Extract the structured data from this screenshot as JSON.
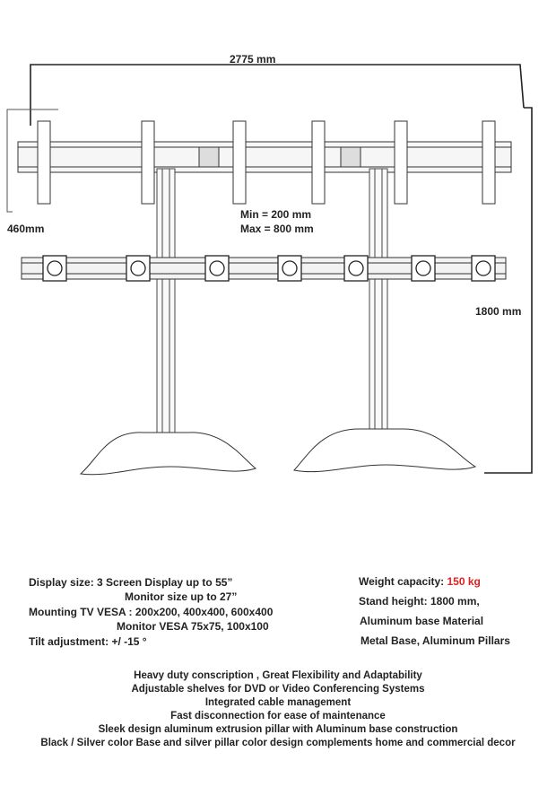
{
  "dimensions": {
    "width": "2775 mm",
    "depth": "460mm",
    "height": "1800 mm",
    "vesa_min": "Min = 200 mm",
    "vesa_max": "Max = 800 mm"
  },
  "specs_left": {
    "display_size": "Display size: 3 Screen Display up to 55”",
    "monitor_size": "Monitor size up to 27”",
    "mounting_tv_vesa": "Mounting TV VESA : 200x200, 400x400, 600x400",
    "monitor_vesa": "Monitor VESA   75x75, 100x100",
    "tilt_adjustment": "Tilt adjustment:  +/ -15 °"
  },
  "specs_right": {
    "weight_label": "Weight capacity: ",
    "weight_value": "150 kg",
    "stand_height": "Stand height: 1800 mm,",
    "base_material": "Aluminum base Material",
    "base_pillars": "Metal Base, Aluminum Pillars"
  },
  "features": [
    "Heavy duty conscription , Great Flexibility and Adaptability",
    "Adjustable shelves  for DVD or Video Conferencing Systems",
    "Integrated cable management",
    "Fast disconnection for ease of maintenance",
    "Sleek design aluminum extrusion pillar  with Aluminum base construction",
    "Black / Silver color Base and silver pillar color design complements home and commercial decor"
  ]
}
